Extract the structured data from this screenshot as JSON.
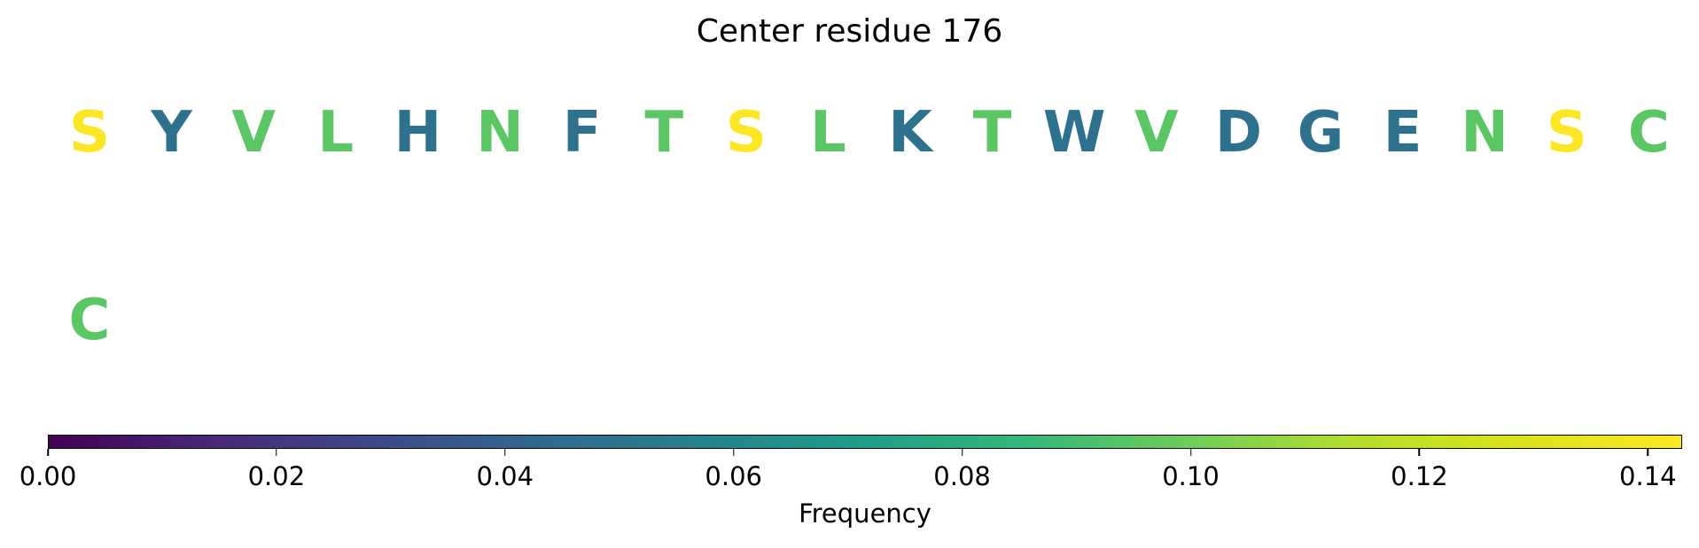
{
  "chart_data": {
    "type": "sequence-colormap",
    "title": "Center residue 176",
    "colormap": "viridis",
    "residues": [
      {
        "letter": "S",
        "value": 0.143,
        "row": 0,
        "col": 0
      },
      {
        "letter": "Y",
        "value": 0.048,
        "row": 0,
        "col": 1
      },
      {
        "letter": "V",
        "value": 0.095,
        "row": 0,
        "col": 2
      },
      {
        "letter": "L",
        "value": 0.095,
        "row": 0,
        "col": 3
      },
      {
        "letter": "H",
        "value": 0.048,
        "row": 0,
        "col": 4
      },
      {
        "letter": "N",
        "value": 0.095,
        "row": 0,
        "col": 5
      },
      {
        "letter": "F",
        "value": 0.048,
        "row": 0,
        "col": 6
      },
      {
        "letter": "T",
        "value": 0.095,
        "row": 0,
        "col": 7
      },
      {
        "letter": "S",
        "value": 0.143,
        "row": 0,
        "col": 8
      },
      {
        "letter": "L",
        "value": 0.095,
        "row": 0,
        "col": 9
      },
      {
        "letter": "K",
        "value": 0.048,
        "row": 0,
        "col": 10
      },
      {
        "letter": "T",
        "value": 0.095,
        "row": 0,
        "col": 11
      },
      {
        "letter": "W",
        "value": 0.048,
        "row": 0,
        "col": 12
      },
      {
        "letter": "V",
        "value": 0.095,
        "row": 0,
        "col": 13
      },
      {
        "letter": "D",
        "value": 0.048,
        "row": 0,
        "col": 14
      },
      {
        "letter": "G",
        "value": 0.048,
        "row": 0,
        "col": 15
      },
      {
        "letter": "E",
        "value": 0.048,
        "row": 0,
        "col": 16
      },
      {
        "letter": "N",
        "value": 0.095,
        "row": 0,
        "col": 17
      },
      {
        "letter": "S",
        "value": 0.143,
        "row": 0,
        "col": 18
      },
      {
        "letter": "C",
        "value": 0.095,
        "row": 0,
        "col": 19
      },
      {
        "letter": "C",
        "value": 0.095,
        "row": 1,
        "col": 0
      }
    ],
    "colorbar": {
      "label": "Frequency",
      "range": [
        0,
        0.143
      ],
      "ticks": [
        "0.00",
        "0.02",
        "0.04",
        "0.06",
        "0.08",
        "0.10",
        "0.12",
        "0.14"
      ],
      "tick_values": [
        0,
        0.02,
        0.04,
        0.06,
        0.08,
        0.1,
        0.12,
        0.14
      ]
    }
  }
}
